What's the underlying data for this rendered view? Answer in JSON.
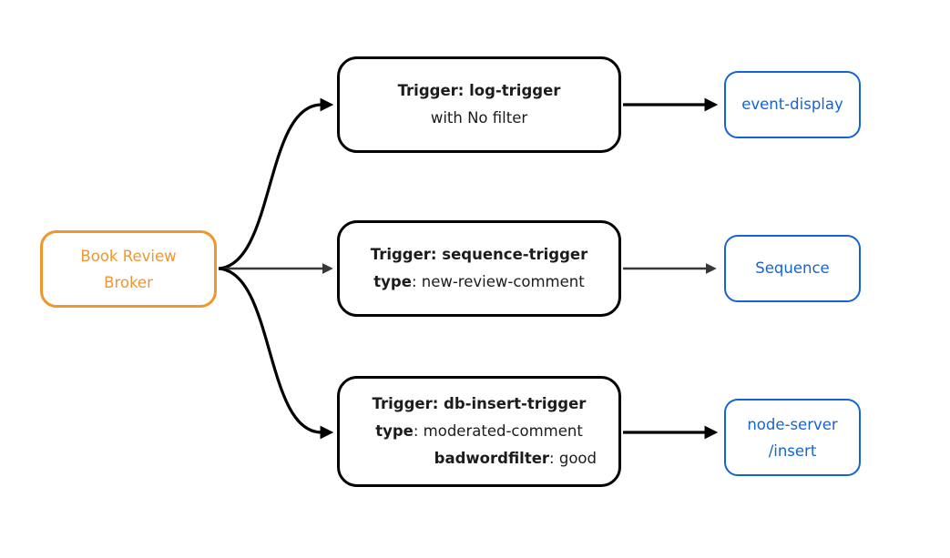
{
  "diagram": {
    "type": "flowchart",
    "direction": "left-to-right",
    "background": "#ffffff"
  },
  "colors": {
    "broker_orange": "#F0962C",
    "sink_blue": "#1465D1",
    "edge_black": "#000000",
    "edge_gray": "#383838",
    "trigger_text": "#1c1c1c",
    "node_fill": "#ffffff"
  },
  "broker": {
    "line1": "Book Review",
    "line2": "Broker"
  },
  "trigger_log": {
    "title": "Trigger: log-trigger",
    "subtitle": "with No filter"
  },
  "trigger_sequence": {
    "title": "Trigger: sequence-trigger",
    "type_key": "type",
    "type_value": ": new-review-comment"
  },
  "trigger_db": {
    "title": "Trigger: db-insert-trigger",
    "type_key": "type",
    "type_value": ": moderated-comment",
    "filter_key": "badwordfilter",
    "filter_value": ": good"
  },
  "sink_event_display": {
    "label": "event-display"
  },
  "sink_sequence": {
    "label": "Sequence"
  },
  "sink_node_server": {
    "line1": "node-server",
    "line2": "/insert"
  },
  "edges": [
    {
      "from": "broker",
      "to": "trigger-log",
      "style": "thick-black-curved"
    },
    {
      "from": "broker",
      "to": "trigger-sequence",
      "style": "gray-straight"
    },
    {
      "from": "broker",
      "to": "trigger-db",
      "style": "thick-black-curved"
    },
    {
      "from": "trigger-log",
      "to": "event-display",
      "style": "thick-black-straight"
    },
    {
      "from": "trigger-sequence",
      "to": "sequence",
      "style": "gray-straight"
    },
    {
      "from": "trigger-db",
      "to": "node-server-insert",
      "style": "thick-black-straight"
    }
  ]
}
